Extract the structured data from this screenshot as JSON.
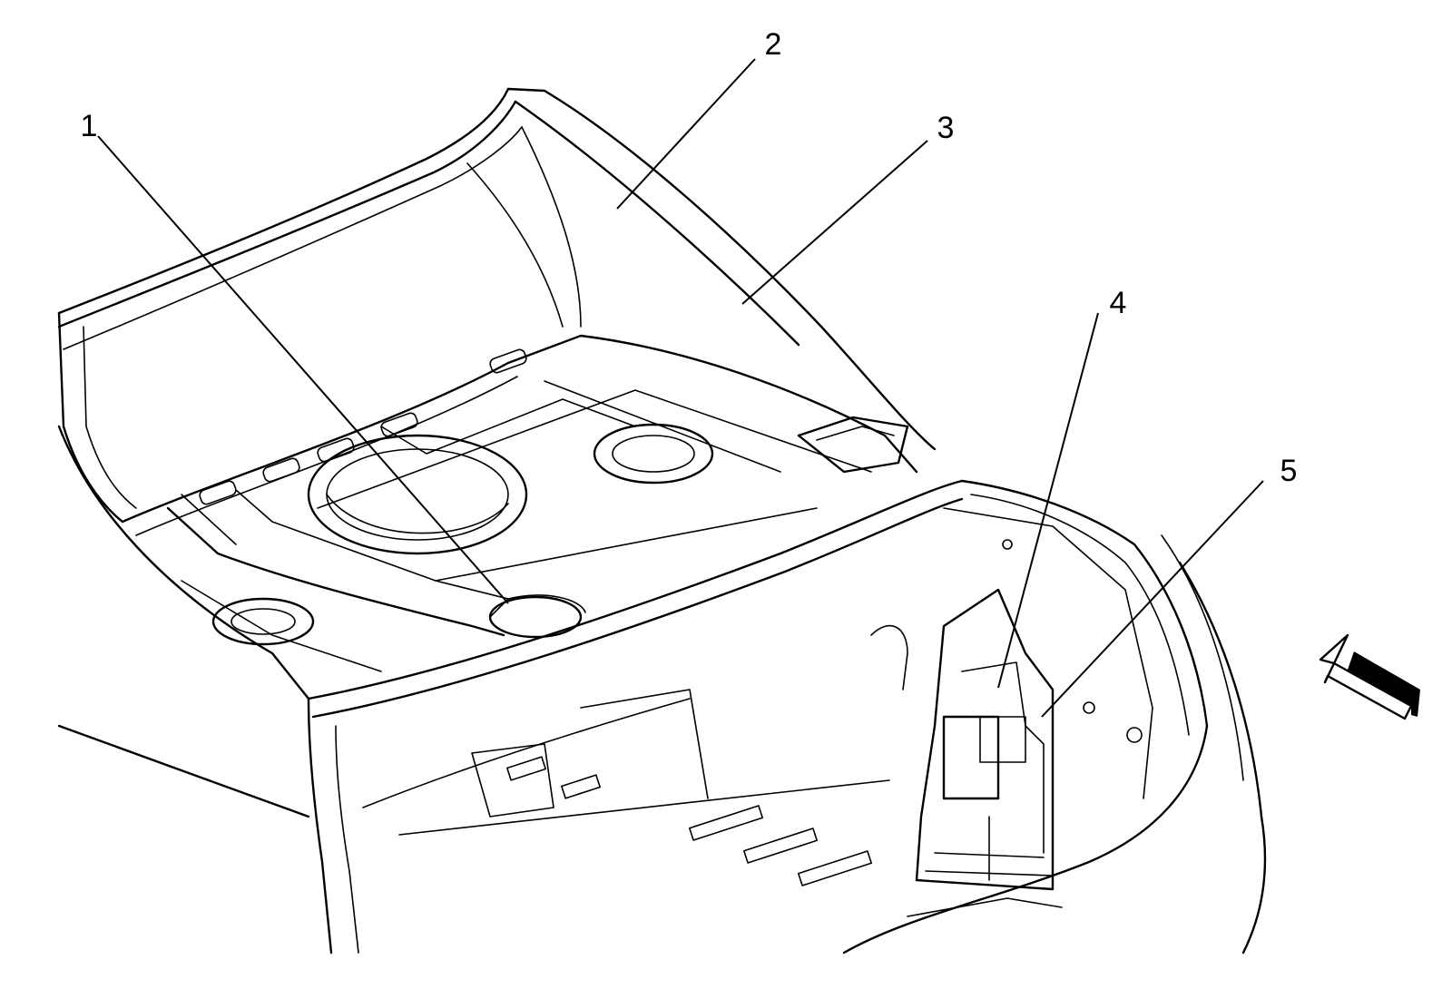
{
  "callouts": [
    {
      "id": "1",
      "label": "1"
    },
    {
      "id": "2",
      "label": "2"
    },
    {
      "id": "3",
      "label": "3"
    },
    {
      "id": "4",
      "label": "4"
    },
    {
      "id": "5",
      "label": "5"
    }
  ],
  "view_arrow": {
    "icon": "view-direction-arrow-icon"
  },
  "colors": {
    "line": "#000000",
    "background": "#ffffff"
  }
}
